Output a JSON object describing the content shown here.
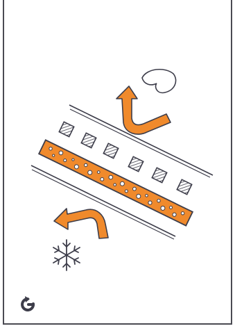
{
  "card": {
    "corner_icon": "rotation-arrow-icon",
    "corner_glyph": "G"
  },
  "diagram": {
    "layers": [
      "outer-film-top",
      "diamond-blocks",
      "perforated-core",
      "outer-film-bottom"
    ],
    "block_count": 6,
    "arrows": [
      "heat-out-arrow",
      "cold-in-arrow"
    ],
    "symbols": [
      "warm-air-cloud-icon",
      "snowflake-icon"
    ]
  },
  "colors": {
    "accent": "#f08a2c",
    "ink": "#3d3d4a",
    "background": "#ffffff"
  }
}
